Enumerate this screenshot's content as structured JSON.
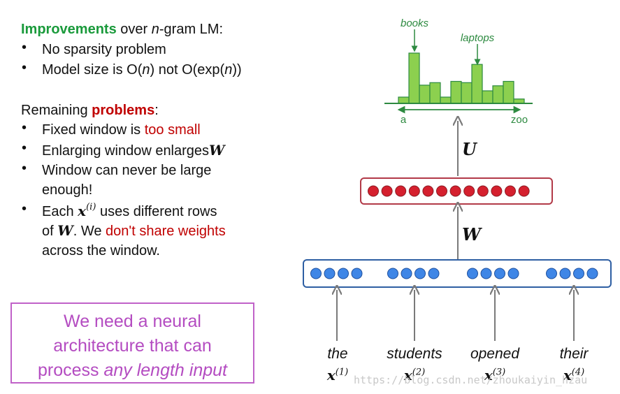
{
  "left_panel": {
    "improvements": {
      "heading_emph": "Improvements",
      "heading_rest_1": " over ",
      "heading_n": "n",
      "heading_rest_2": "-gram LM:",
      "bullets": [
        {
          "pre": "No sparsity problem"
        },
        {
          "pre": "Model size is O(",
          "n1": "n",
          "mid": ") not O(exp(",
          "n2": "n",
          "post": "))"
        }
      ]
    },
    "remaining": {
      "heading_pre": "Remaining ",
      "heading_emph": "problems",
      "heading_post": ":",
      "b1_pre": "Fixed window is ",
      "b1_emph": "too small",
      "b2_pre": "Enlarging window enlarges",
      "b2_math": "W",
      "b3_line1": "Window can never be large",
      "b3_line2": "enough!",
      "b4_pre": "Each ",
      "b4_math": "x",
      "b4_sup": "(i)",
      "b4_post": " uses different rows",
      "b4_l2_pre": "of ",
      "b4_l2_math": "W",
      "b4_l2_mid": ". We ",
      "b4_l2_emph": "don't share weights",
      "b4_l3": "across the window."
    },
    "bullet_char": "•",
    "callout": {
      "line1": "We need a neural",
      "line2": "architecture that can",
      "line3_pre": "process ",
      "line3_emph": "any length input"
    }
  },
  "diagram": {
    "histogram": {
      "label_books": "books",
      "label_laptops": "laptops",
      "axis_start": "a",
      "axis_end": "zoo",
      "bars": [
        0.1,
        0.8,
        0.29,
        0.33,
        0.1,
        0.35,
        0.33,
        0.62,
        0.2,
        0.28,
        0.35,
        0.07
      ],
      "bar_color": "#8cd04f",
      "axis_color": "#2d8a40"
    },
    "matrix_U": "U",
    "matrix_W": "W",
    "hidden_layer": {
      "neurons": 12,
      "color": "#d5202e",
      "border": "#b23a48"
    },
    "input_layer": {
      "groups": 4,
      "per_group": 4,
      "color": "#3f86e6",
      "border": "#2e5fa3"
    },
    "words": [
      {
        "word": "the",
        "x": "x",
        "sup": "(1)"
      },
      {
        "word": "students",
        "x": "x",
        "sup": "(2)"
      },
      {
        "word": "opened",
        "x": "x",
        "sup": "(3)"
      },
      {
        "word": "their",
        "x": "x",
        "sup": "(4)"
      }
    ]
  },
  "watermark": "https://blog.csdn.net/zhoukaiyin_hzau"
}
